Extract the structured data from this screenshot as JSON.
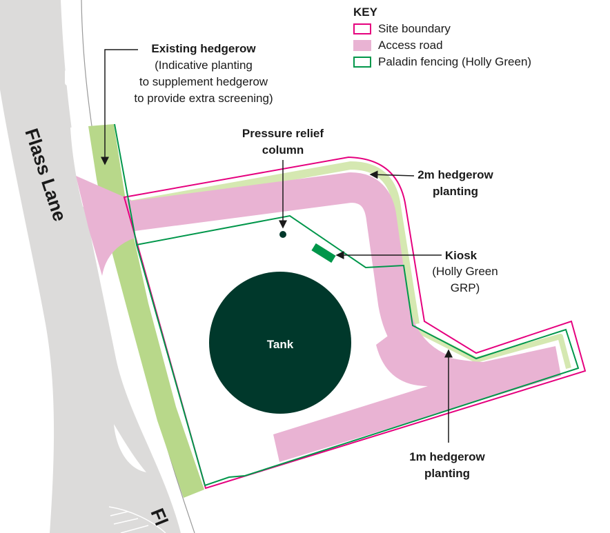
{
  "colors": {
    "road": "#dcdbda",
    "hedge": "#b8d88a",
    "hedge_light": "#d5e8b1",
    "access": "#e9b3d3",
    "boundary": "#e5007e",
    "fence": "#00964a",
    "tank": "#00382b"
  },
  "key": {
    "title": "KEY",
    "items": [
      {
        "label": "Site boundary"
      },
      {
        "label": "Access road"
      },
      {
        "label": "Paladin fencing (Holly Green)"
      }
    ]
  },
  "road_name": "Flass Lane",
  "road_name_partial": "Fl",
  "labels": {
    "existing_hedgerow": [
      "Existing hedgerow",
      "(Indicative planting",
      "to supplement hedgerow",
      "to provide extra screening)"
    ],
    "pressure_relief": [
      "Pressure relief",
      "column"
    ],
    "hedgerow_2m": [
      "2m hedgerow",
      "planting"
    ],
    "kiosk": [
      "Kiosk",
      "(Holly Green",
      "GRP)"
    ],
    "hedgerow_1m": [
      "1m hedgerow",
      "planting"
    ],
    "tank": "Tank"
  }
}
